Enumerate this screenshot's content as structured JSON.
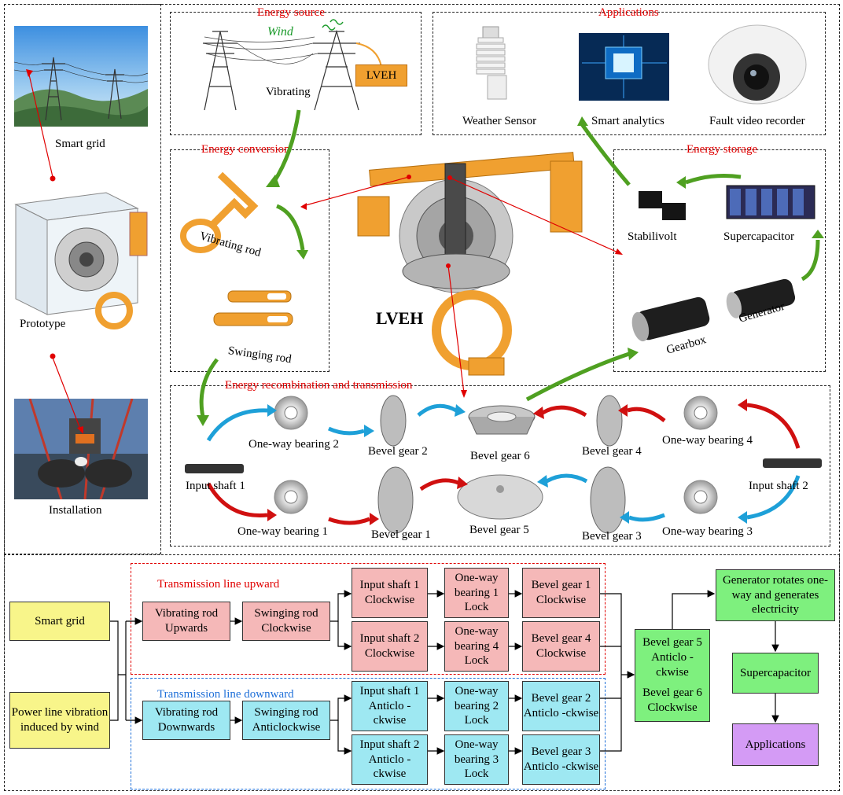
{
  "top": {
    "left_panel": {
      "smart_grid": "Smart grid",
      "prototype": "Prototype",
      "installation": "Installation"
    },
    "energy_source": {
      "title": "Energy source",
      "wind": "Wind",
      "vibrating": "Vibrating",
      "device": "LVEH"
    },
    "applications": {
      "title": "Applications",
      "items": [
        "Weather Sensor",
        "Smart analytics",
        "Fault video recorder"
      ]
    },
    "energy_conversion": {
      "title": "Energy conversion",
      "vibrating_rod": "Vibrating rod",
      "swinging_rod": "Swinging rod"
    },
    "center_label": "LVEH",
    "energy_storage": {
      "title": "Energy storage",
      "stabilivolt": "Stabilivolt",
      "supercapacitor": "Supercapacitor",
      "generator": "Generator",
      "gearbox": "Gearbox"
    },
    "recombination": {
      "title": "Energy recombination and transmission",
      "input_shaft_1": "Input shaft 1",
      "input_shaft_2": "Input shaft 2",
      "owb1": "One-way bearing 1",
      "owb2": "One-way bearing 2",
      "owb3": "One-way bearing 3",
      "owb4": "One-way bearing 4",
      "bg1": "Bevel gear 1",
      "bg2": "Bevel gear 2",
      "bg3": "Bevel gear 3",
      "bg4": "Bevel gear 4",
      "bg5": "Bevel gear 5",
      "bg6": "Bevel gear 6"
    }
  },
  "flow": {
    "smart_grid": "Smart grid",
    "power_line": "Power line vibration induced by wind",
    "upward_title": "Transmission line upward",
    "downward_title": "Transmission line downward",
    "up_rod": "Vibrating rod Upwards",
    "up_swing": "Swinging rod Clockwise",
    "up_is1": "Input shaft 1 Clockwise",
    "up_owb1": "One-way bearing 1 Lock",
    "up_bg1": "Bevel gear 1 Clockwise",
    "up_is2": "Input shaft 2 Clockwise",
    "up_owb4": "One-way bearing 4 Lock",
    "up_bg4": "Bevel gear 4 Clockwise",
    "down_rod": "Vibrating rod Downwards",
    "down_swing": "Swinging rod Anticlockwise",
    "down_is1": "Input shaft 1 Anticlo -ckwise",
    "down_owb2": "One-way bearing 2 Lock",
    "down_bg2": "Bevel gear 2 Anticlo -ckwise",
    "down_is2": "Input shaft 2 Anticlo -ckwise",
    "down_owb3": "One-way bearing 3 Lock",
    "down_bg3": "Bevel gear 3 Anticlo -ckwise",
    "bg5_bg6_a": "Bevel gear 5 Anticlo -ckwise",
    "bg5_bg6_b": "Bevel gear 6 Clockwise",
    "generator": "Generator rotates one-way and generates electricity",
    "supercapacitor": "Supercapacitor",
    "applications": "Applications"
  },
  "colors": {
    "title_red": "#e00000",
    "yellow": "#f8f58a",
    "pink": "#f5b8b8",
    "cyan": "#9ee8f2",
    "green": "#7ef07e",
    "purple": "#d49bf5",
    "green_arrow": "#4fa021",
    "blue_arrow": "#1ea0d8",
    "red_arrow": "#d01010",
    "orange_part": "#f0a030"
  }
}
